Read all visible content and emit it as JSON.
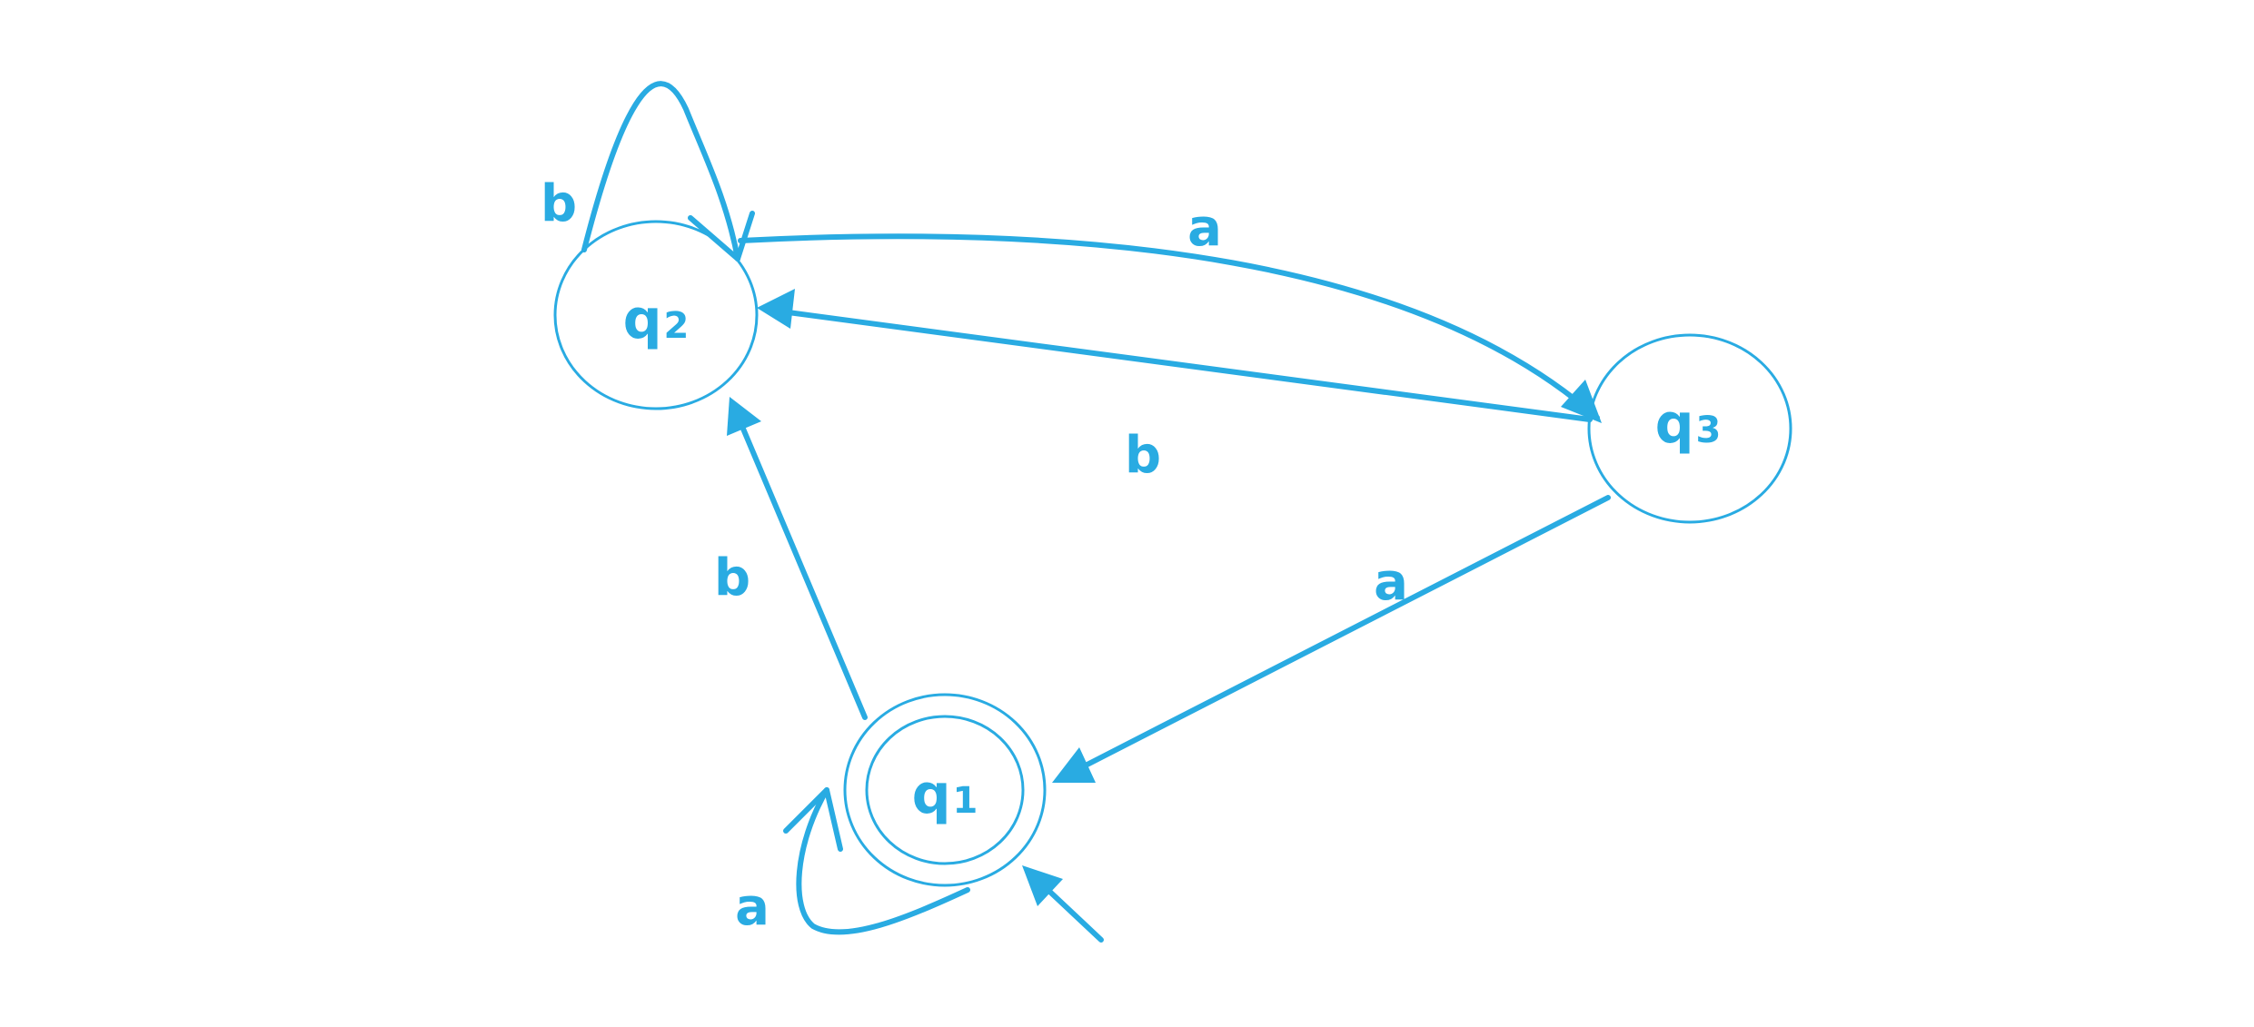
{
  "colors": {
    "stroke": "#29abe2"
  },
  "states": [
    {
      "id": "q1",
      "label": "q",
      "sub": "1",
      "accepting": true,
      "initial": true
    },
    {
      "id": "q2",
      "label": "q",
      "sub": "2",
      "accepting": false,
      "initial": false
    },
    {
      "id": "q3",
      "label": "q",
      "sub": "3",
      "accepting": false,
      "initial": false
    }
  ],
  "transitions": [
    {
      "id": "q2-q2",
      "from": "q2",
      "to": "q2",
      "symbol": "b"
    },
    {
      "id": "q2-q3",
      "from": "q2",
      "to": "q3",
      "symbol": "a"
    },
    {
      "id": "q3-q2",
      "from": "q3",
      "to": "q2",
      "symbol": "b"
    },
    {
      "id": "q1-q2",
      "from": "q1",
      "to": "q2",
      "symbol": "b"
    },
    {
      "id": "q3-q1",
      "from": "q3",
      "to": "q1",
      "symbol": "a"
    },
    {
      "id": "q1-q1",
      "from": "q1",
      "to": "q1",
      "symbol": "a"
    }
  ]
}
